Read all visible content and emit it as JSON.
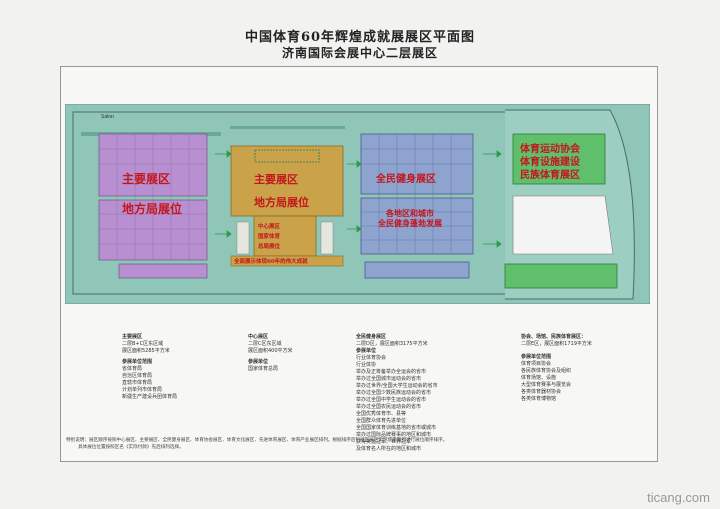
{
  "title_line1": "中国体育60年辉煌成就展展区平面图",
  "title_line2": "济南国际会展中心二层展区",
  "zones": {
    "left_top": "主要展区",
    "left_bottom": "地方局展位",
    "center_top": "主要展区",
    "center_bottom": "地方局展位",
    "center_small": [
      "中心展区",
      "国家体育",
      "总局展位"
    ],
    "center_strip": "全面展示体现60年的伟大成就",
    "right_top": "全民健身展区",
    "right_bottom": [
      "各地区和城市",
      "全民健身蓬勃发展"
    ],
    "far_right": [
      "体育运动协会",
      "体育设施建设",
      "民族体育展区"
    ]
  },
  "plan_text": {
    "left_sign": "Salon"
  },
  "legend": {
    "col1": {
      "heading": "主要展区",
      "lines": [
        "二层B+C区东区域",
        "展区面积5285平方米"
      ],
      "sub_heading": "参展单位范围",
      "sub_lines": [
        "省体育局",
        "自治区体育局",
        "直辖市体育局",
        "计划单列市体育局",
        "新疆生产建设兵团体育局"
      ]
    },
    "col2": {
      "heading": "中心展区",
      "lines": [
        "二层C区东区域",
        "展区面积400平方米"
      ],
      "sub_heading": "参展单位",
      "sub_lines": [
        "国家体育总局"
      ]
    },
    "col3": {
      "heading": "全民健身展区",
      "lines": [
        "二层D区，展区面积3175平方米"
      ],
      "sub_heading": "参展单位",
      "sub_lines": [
        "行业体育协会",
        "行业体协",
        "举办及正筹备举办全运会的省市",
        "举办过全国城市运动会的省市",
        "举办过世界/全国大学生运动会的省市",
        "举办过全国少数民族运动会的省市",
        "举办过全国中学生运动会的省市",
        "举办过全国农民运动会的省市",
        "全国优秀体育市、县等",
        "全国群众体育先进单位",
        "全国国家体育训练基地的省市或城市",
        "举办过国际品牌赛事的地区和城市",
        "获得奥运冠军、世界冠军",
        "及体育名人所在的地区和城市"
      ]
    },
    "col4": {
      "heading": "协会、场馆、民族体育展区：",
      "lines": [
        "二层E区，展区面积1719平方米"
      ],
      "sub_heading": "参展单位范围",
      "sub_lines": [
        "体育项目协会",
        "各民族体育协会及组织",
        "体育场馆、设施",
        "大型体育赛事与展览会",
        "各类体育器材协会",
        "各类体育博物馆"
      ]
    }
  },
  "note": [
    "特别说明：展区顺序按照中心展区、主要展区、全民健身展区、体育协会展区、体育文化展区、先进体育展区、体育产业展区排列。根据排序后列展区展区实际使用面积进行展位顺序排序。",
    "具体展位位置按照区名《实际付款》先后排列选择。"
  ],
  "watermark": "ticang.com",
  "colors": {
    "floor": "#8fc6b8",
    "purple": "#b88fd0",
    "gold": "#c9a24a",
    "blue": "#8ea4cf",
    "green": "#5fbf6a",
    "label_red": "#c4161c"
  }
}
